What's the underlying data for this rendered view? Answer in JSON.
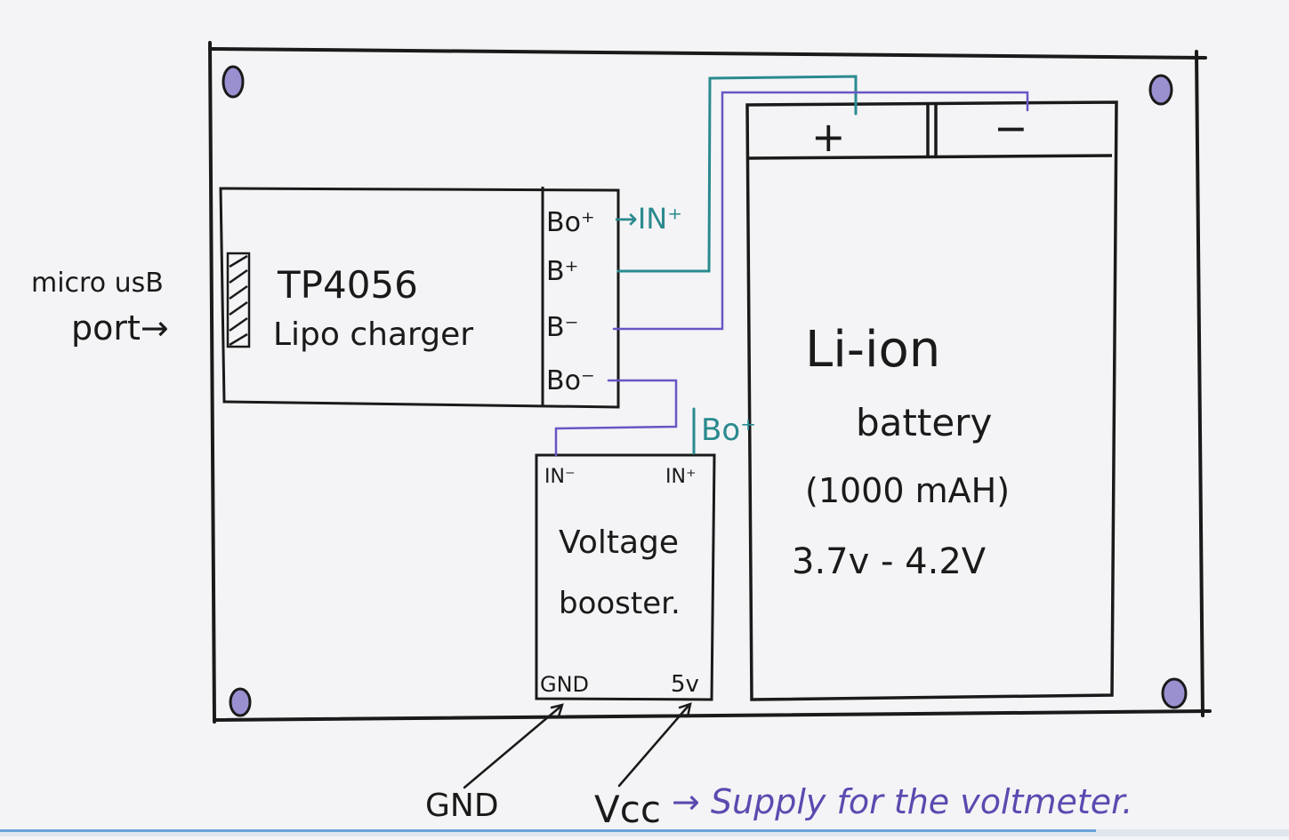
{
  "charger": {
    "port_label_line1": "micro usB",
    "port_label_line2": "port→",
    "title_line1": "TP4056",
    "title_line2": "Lipo charger",
    "pins": [
      "Bo⁺",
      "B⁺",
      "B⁻",
      "Bo⁻"
    ],
    "out_label": "→IN⁺"
  },
  "booster": {
    "pin_in_minus": "IN⁻",
    "pin_in_plus": "IN⁺",
    "title_line1": "Voltage",
    "title_line2": "booster.",
    "pin_gnd": "GND",
    "pin_5v": "5v",
    "bo_plus_label": "Bo⁺"
  },
  "battery": {
    "plus": "+",
    "minus": "−",
    "title": "Li-ion",
    "subtitle": "battery",
    "capacity": "(1000 mAH)",
    "voltage": "3.7v - 4.2V"
  },
  "outputs": {
    "gnd": "GND",
    "vcc": "Vcc",
    "note": "→ Supply for the voltmeter."
  },
  "colors": {
    "ink": "#1a1a1a",
    "teal": "#2a8a8f",
    "purple": "#6a55c4"
  },
  "video_progress": 0.85
}
